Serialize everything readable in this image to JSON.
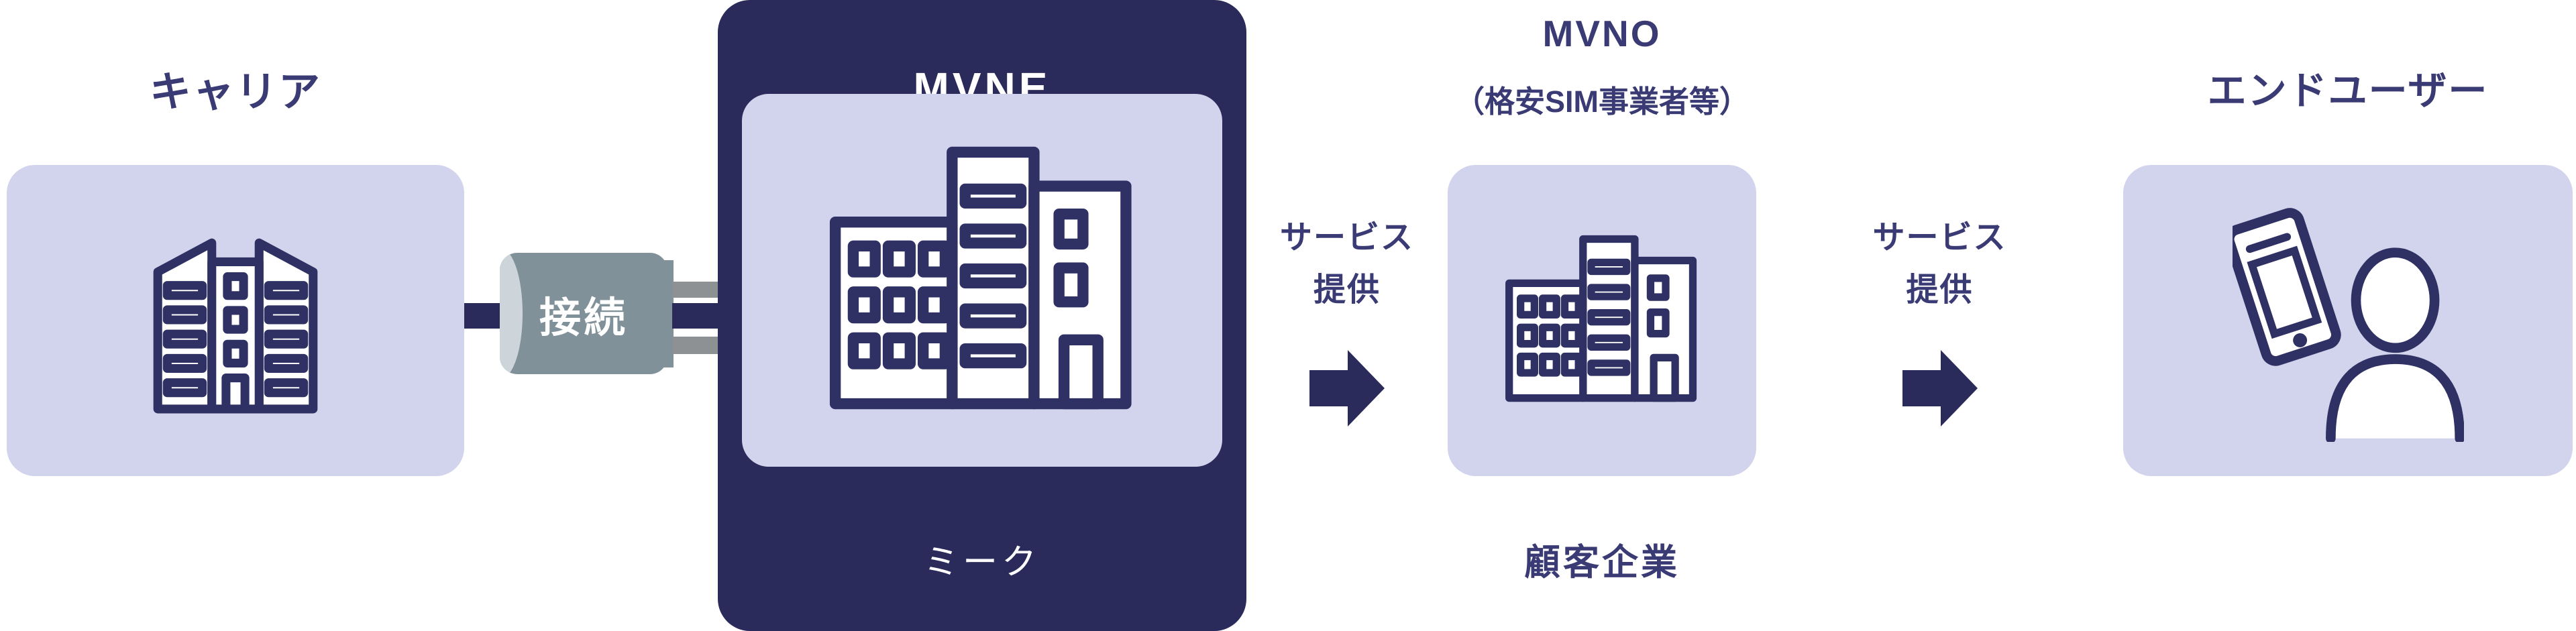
{
  "page": {
    "background": "#ffffff"
  },
  "colors": {
    "navy": "#2a2b5a",
    "title_indigo": "#3a3a74",
    "lavender": "#d2d3ec",
    "icon_stroke": "#2f3063",
    "connector_gray": "#80919a",
    "connector_bar_gray": "#8d9194",
    "connector_cap_light": "#cdd5da",
    "white": "#ffffff"
  },
  "carrier": {
    "title": "キャリア",
    "icon": "office-towers-icon"
  },
  "connection": {
    "label": "接続"
  },
  "mvne": {
    "title": "MVNE",
    "caption": "ミーク",
    "icon": "company-campus-icon"
  },
  "flow_to_mvno": {
    "line1": "サービス",
    "line2": "提供",
    "icon": "right-arrow-icon"
  },
  "mvno": {
    "title": "MVNO",
    "subtitle": "（格安SIM事業者等）",
    "caption": "顧客企業",
    "icon": "company-campus-icon"
  },
  "flow_to_end_user": {
    "line1": "サービス",
    "line2": "提供",
    "icon": "right-arrow-icon"
  },
  "end_user": {
    "title": "エンドユーザー",
    "icons": [
      "smartphone-icon",
      "person-icon"
    ]
  }
}
